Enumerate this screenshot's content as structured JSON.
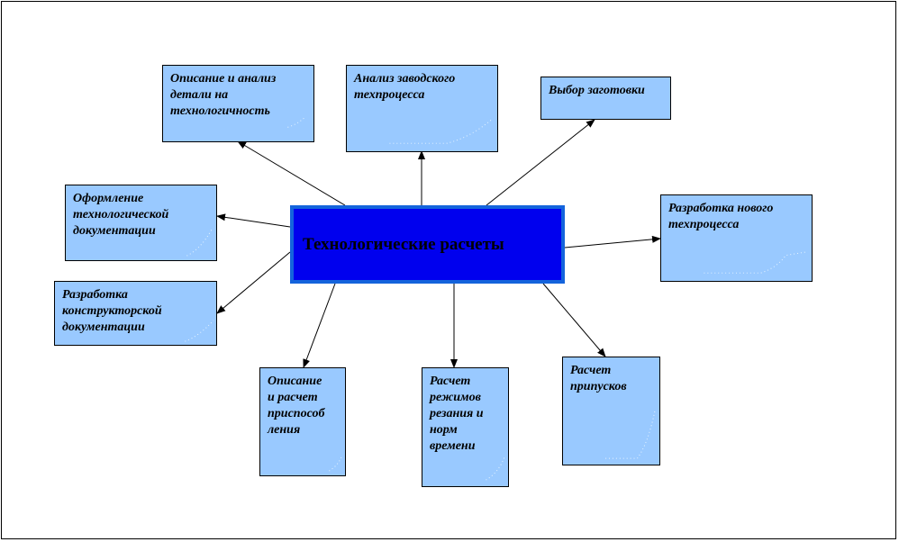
{
  "diagram": {
    "center": {
      "label": "Технологические расчеты"
    },
    "nodes": [
      {
        "id": "opisanie-analiz",
        "label": "Описание и анализ\nдетали на\nтехнологичность"
      },
      {
        "id": "analiz-zavodskogo",
        "label": "Анализ заводского\nтехпроцесса"
      },
      {
        "id": "vybor-zagotovki",
        "label": "Выбор заготовки"
      },
      {
        "id": "oformlenie",
        "label": "Оформление\nтехнологической\nдокументации"
      },
      {
        "id": "razrabotka-novogo",
        "label": "Разработка нового\nтехпроцесса"
      },
      {
        "id": "razrabotka-konstr",
        "label": "Разработка\nконструкторской\nдокументации"
      },
      {
        "id": "opisanie-raschet",
        "label": "Описание\nи расчет\nприспособ\nления"
      },
      {
        "id": "raschet-rezhimov",
        "label": "Расчет\nрежимов\nрезания и\nнорм\nвремени"
      },
      {
        "id": "raschet-pripuskov",
        "label": "Расчет\nприпусков"
      }
    ],
    "colors": {
      "node_fill": "#99c9ff",
      "center_fill": "#0000ee",
      "center_border": "#1464dc",
      "arrow": "#000000"
    }
  }
}
